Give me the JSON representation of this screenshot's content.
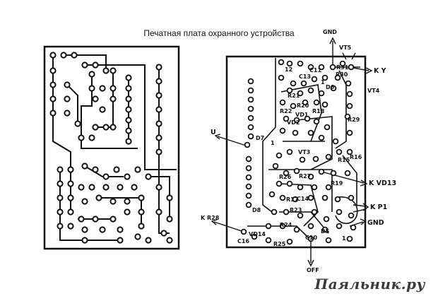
{
  "caption": "Печатная плата охранного устройства",
  "watermark": "Паяльник.ру",
  "component_labels": {
    "vd13": "K VD13",
    "kp1": "K P1",
    "gnd_side": "GND"
  },
  "labels": [
    {
      "id": "gnd-top",
      "text": "GND"
    },
    {
      "id": "vt5",
      "text": "VT5"
    },
    {
      "id": "c11",
      "text": "C11"
    },
    {
      "id": "r31",
      "text": "R31"
    },
    {
      "id": "r30",
      "text": "R30"
    },
    {
      "id": "ky",
      "text": "K Y"
    },
    {
      "id": "n12",
      "text": "12"
    },
    {
      "id": "c13",
      "text": "C13"
    },
    {
      "id": "n1-top",
      "text": "1"
    },
    {
      "id": "d6",
      "text": "D6"
    },
    {
      "id": "vt4",
      "text": "VT4"
    },
    {
      "id": "r21",
      "text": "R21"
    },
    {
      "id": "r20",
      "text": "R20"
    },
    {
      "id": "r22",
      "text": "R22"
    },
    {
      "id": "vd1",
      "text": "VD1"
    },
    {
      "id": "r18",
      "text": "R18"
    },
    {
      "id": "vd2",
      "text": "VD2"
    },
    {
      "id": "r29",
      "text": "R29"
    },
    {
      "id": "u",
      "text": "U"
    },
    {
      "id": "d7",
      "text": "D7"
    },
    {
      "id": "n1-mid",
      "text": "1"
    },
    {
      "id": "vt3",
      "text": "VT3"
    },
    {
      "id": "r16",
      "text": "R16"
    },
    {
      "id": "r15",
      "text": "R15"
    },
    {
      "id": "r26",
      "text": "R26"
    },
    {
      "id": "r27",
      "text": "R27"
    },
    {
      "id": "r19",
      "text": "R19"
    },
    {
      "id": "r17",
      "text": "R17"
    },
    {
      "id": "c14",
      "text": "C14"
    },
    {
      "id": "r23",
      "text": "R23"
    },
    {
      "id": "d8",
      "text": "D8"
    },
    {
      "id": "r24",
      "text": "R24"
    },
    {
      "id": "d5",
      "text": "D5"
    },
    {
      "id": "kr28",
      "text": "K R28"
    },
    {
      "id": "vd14",
      "text": "VD14"
    },
    {
      "id": "c16",
      "text": "C16"
    },
    {
      "id": "r25",
      "text": "R25"
    },
    {
      "id": "c10",
      "text": "C10"
    },
    {
      "id": "n1-bot",
      "text": "1"
    },
    {
      "id": "off",
      "text": "OFF"
    }
  ]
}
